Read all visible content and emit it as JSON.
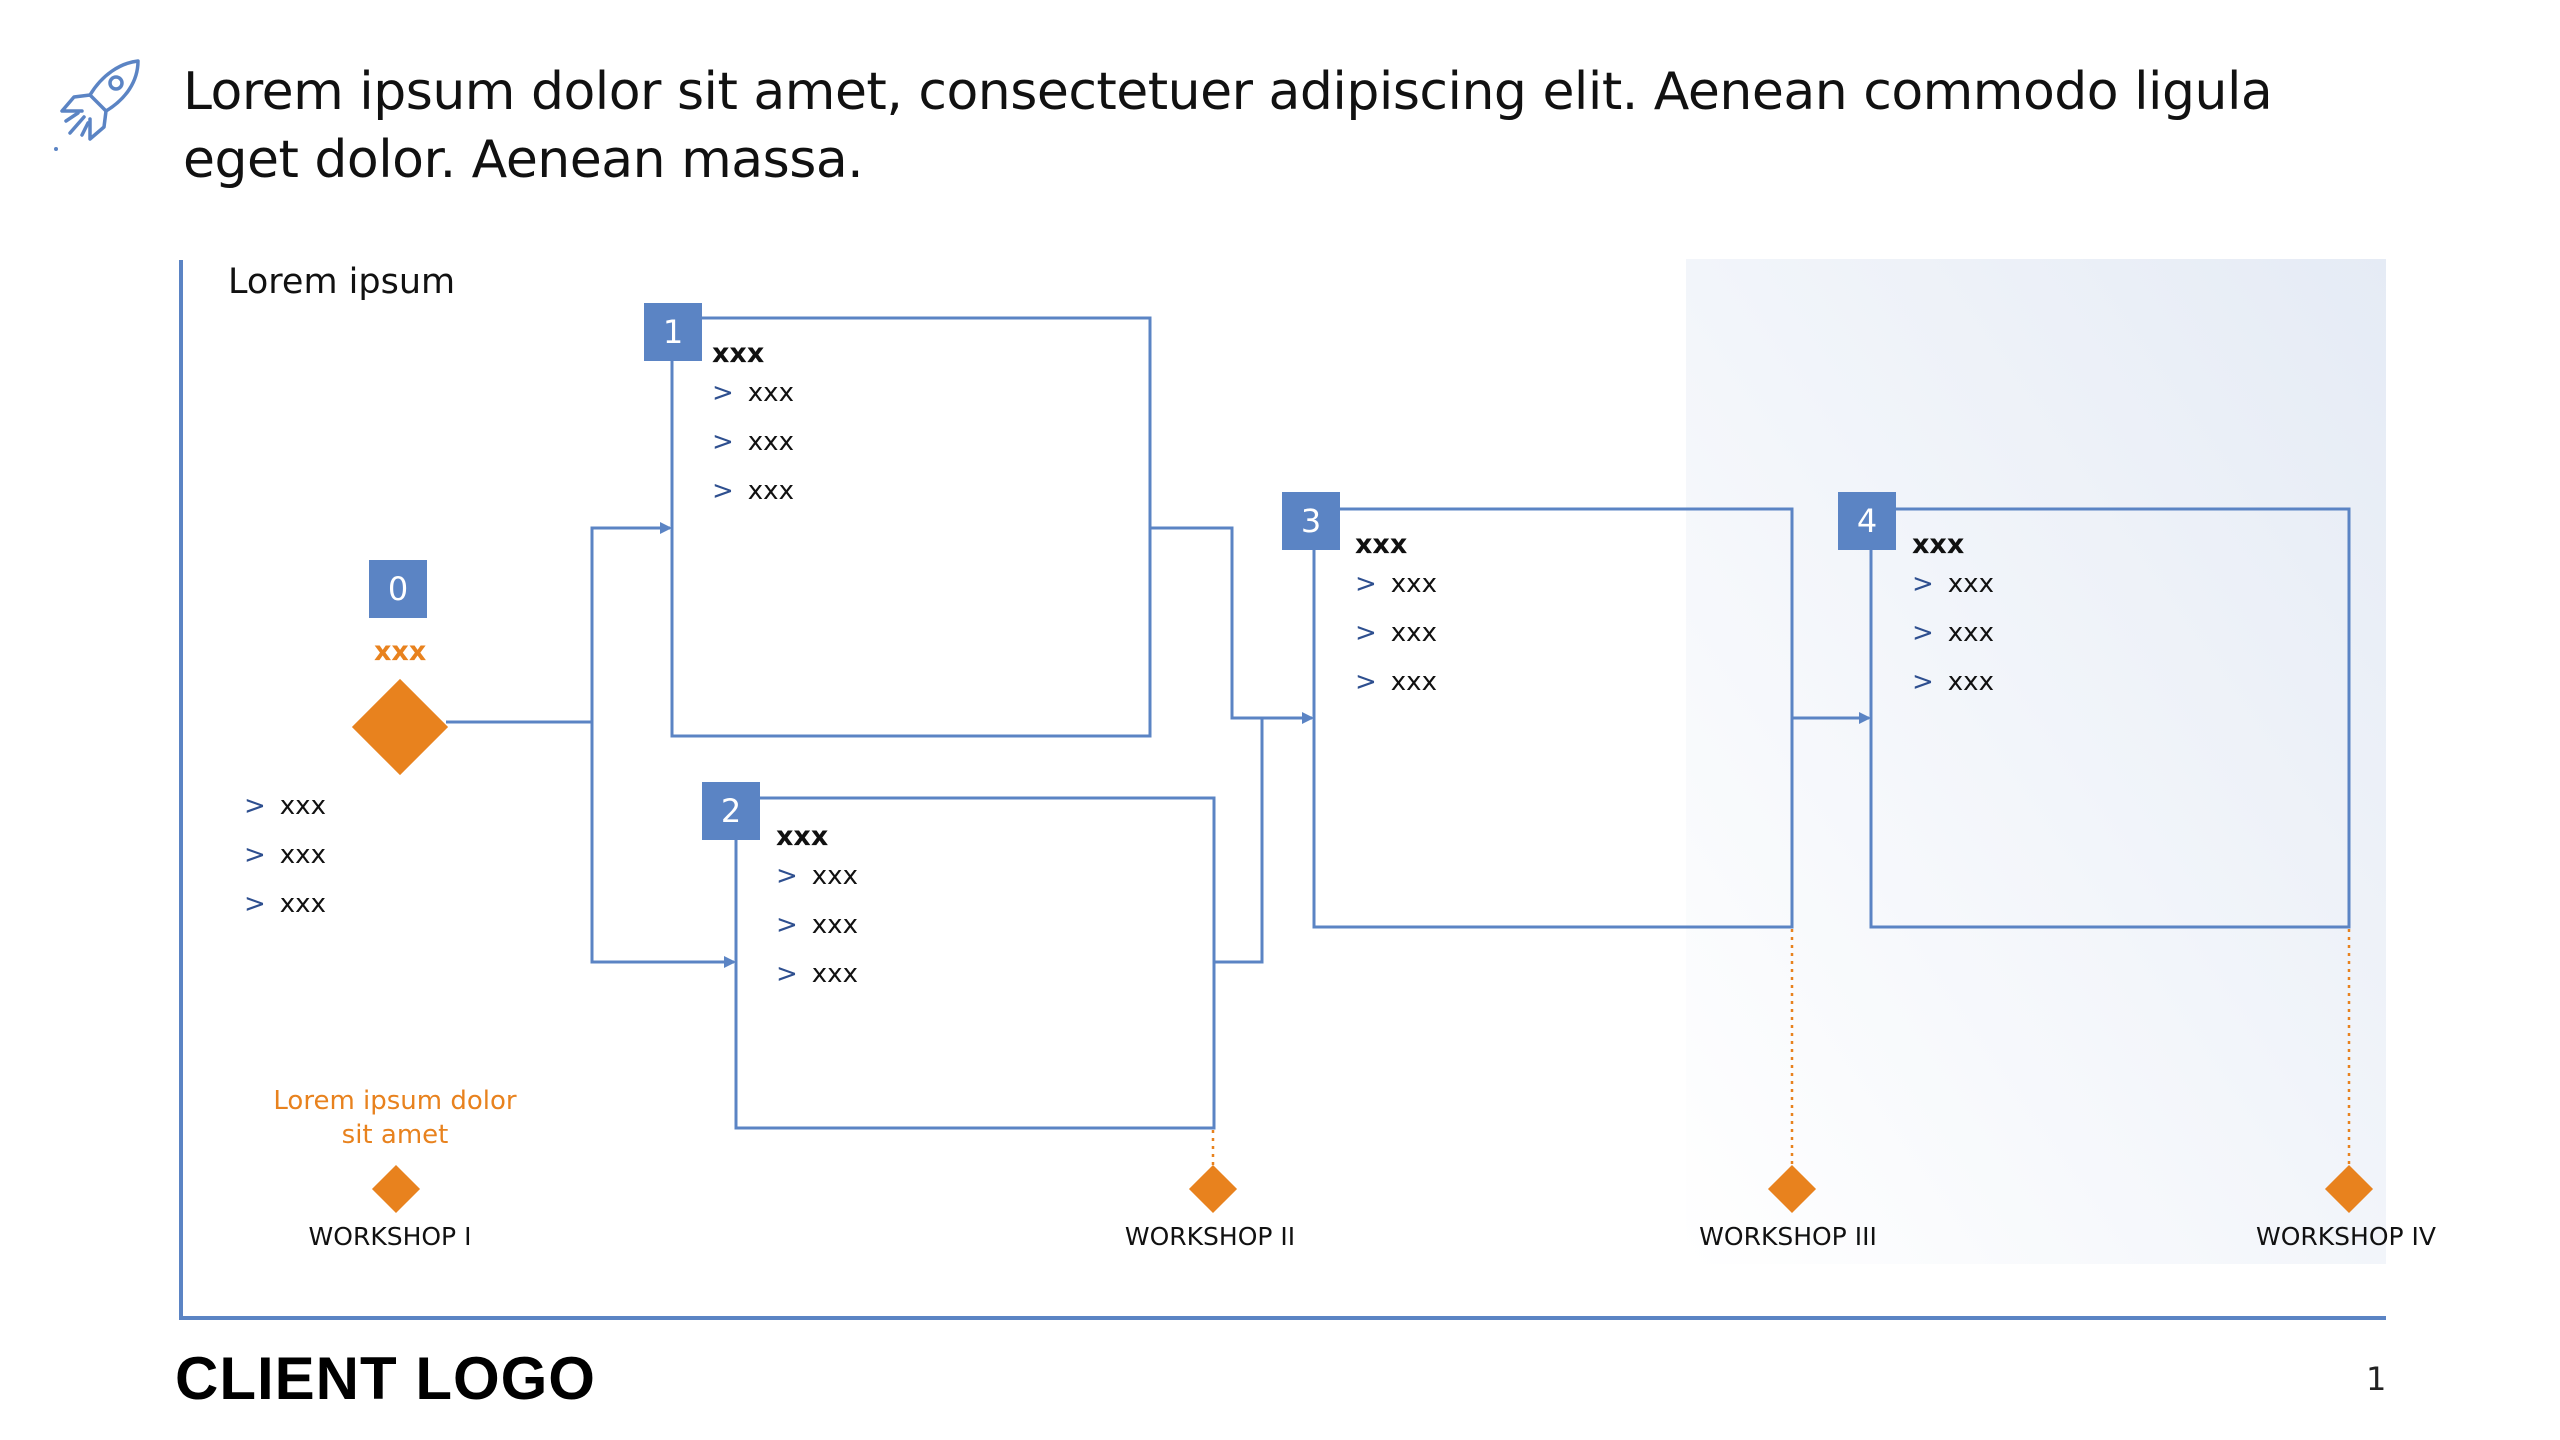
{
  "header": {
    "title": "Lorem ipsum dolor sit amet, consectetuer adipiscing elit. Aenean commodo ligula eget dolor. Aenean massa.",
    "icon": "rocket-icon"
  },
  "diagram": {
    "section_label": "Lorem ipsum",
    "start": {
      "number": "0",
      "label": "xxx",
      "bullets": [
        "xxx",
        "xxx",
        "xxx"
      ],
      "note": "Lorem ipsum dolor sit amet"
    },
    "boxes": [
      {
        "number": "1",
        "title": "xxx",
        "bullets": [
          "xxx",
          "xxx",
          "xxx"
        ]
      },
      {
        "number": "2",
        "title": "xxx",
        "bullets": [
          "xxx",
          "xxx",
          "xxx"
        ]
      },
      {
        "number": "3",
        "title": "xxx",
        "bullets": [
          "xxx",
          "xxx",
          "xxx"
        ]
      },
      {
        "number": "4",
        "title": "xxx",
        "bullets": [
          "xxx",
          "xxx",
          "xxx"
        ]
      }
    ],
    "workshops": [
      "WORKSHOP I",
      "WORKSHOP II",
      "WORKSHOP III",
      "WORKSHOP IV"
    ],
    "bullet_marker": ">"
  },
  "footer": {
    "logo_text": "CLIENT LOGO",
    "page_number": "1"
  },
  "colors": {
    "accent_blue": "#5b84c4",
    "accent_orange": "#e8821e",
    "background_tint": "#e8edf6"
  }
}
